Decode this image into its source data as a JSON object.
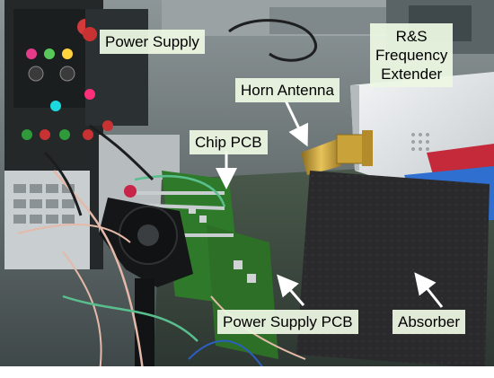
{
  "labels": {
    "power_supply": "Power Supply",
    "horn_antenna": "Horn Antenna",
    "rs_extender": [
      "R&S",
      "Frequency",
      "Extender"
    ],
    "chip_pcb": "Chip PCB",
    "power_supply_pcb": "Power Supply PCB",
    "absorber": "Absorber"
  },
  "colors": {
    "label_background": "#ecf6e2",
    "arrow": "#ffffff",
    "lab_table": "#3c4a3e",
    "pcb_green": "#2f7a2a",
    "absorber": "#2b2b2e",
    "extender_body": "#e9ecee",
    "antenna_gold": "#c9a23a"
  }
}
